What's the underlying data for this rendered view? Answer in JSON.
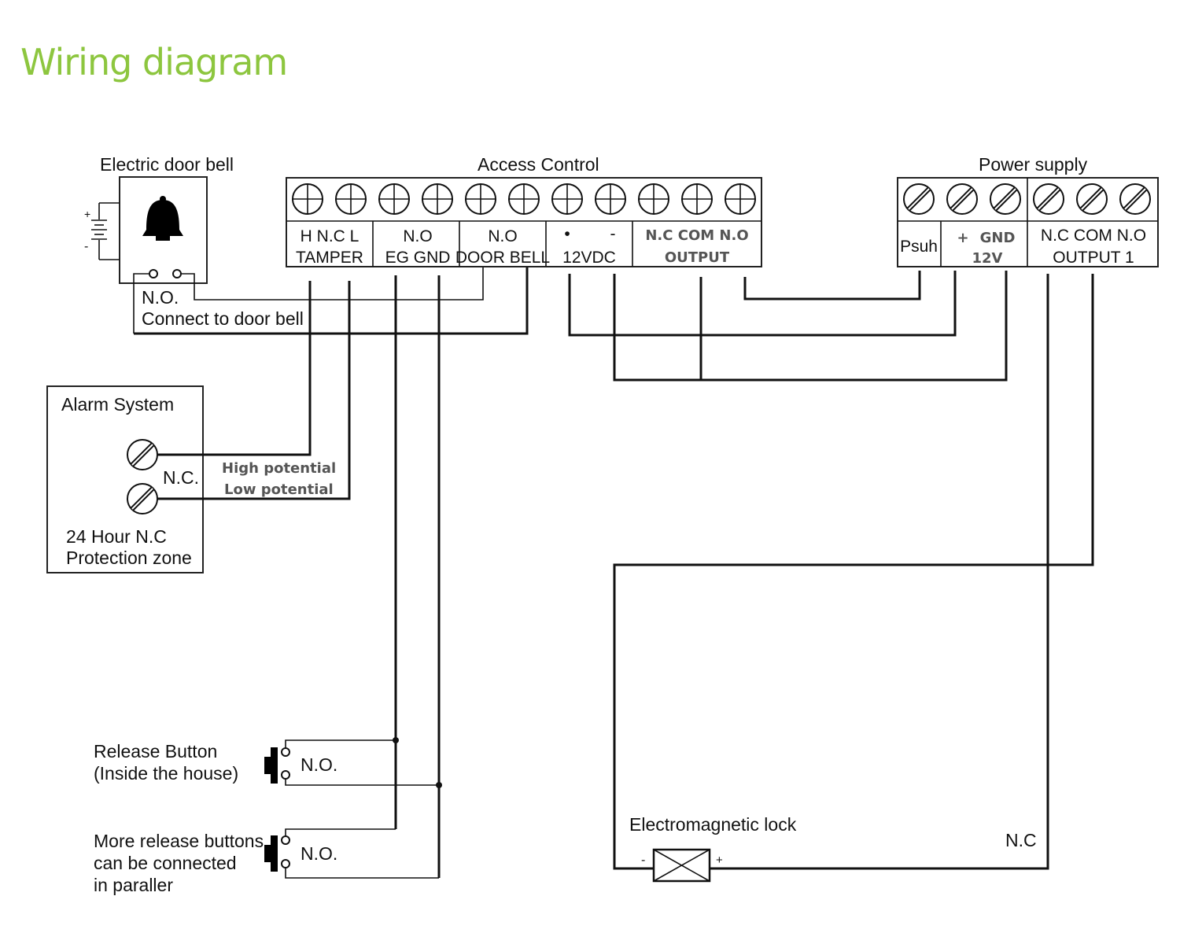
{
  "title": "Wiring diagram",
  "colors": {
    "title": "#8dc63f",
    "line": "#111111"
  },
  "door_bell": {
    "title": "Electric door bell",
    "contact": "N.O.",
    "note": "Connect to door bell",
    "battery_plus": "+",
    "battery_minus": "-",
    "icon": "bell-icon"
  },
  "access_control": {
    "title": "Access Control",
    "groups": [
      {
        "top": "H N.C L",
        "bottom": "TAMPER"
      },
      {
        "top": "N.O",
        "bottom": "EG GND"
      },
      {
        "top": "N.O",
        "bottom": "DOOR BELL"
      },
      {
        "top_left": "•",
        "top_right": "-",
        "bottom": "12VDC"
      },
      {
        "top": "N.C COM N.O",
        "bottom": "OUTPUT"
      }
    ]
  },
  "power_supply": {
    "title": "Power supply",
    "psuh": "Psuh",
    "plus": "+",
    "gnd": "GND",
    "voltage": "12V",
    "output_top": "N.C COM N.O",
    "output_bottom": "OUTPUT 1"
  },
  "alarm": {
    "title": "Alarm System",
    "contact": "N.C.",
    "high": "High potential",
    "low": "Low potential",
    "zone_line1": "24 Hour N.C",
    "zone_line2": "Protection zone"
  },
  "release_button": {
    "line1": "Release Button",
    "line2": "(Inside the house)",
    "contact": "N.O."
  },
  "more_buttons": {
    "line1": "More release buttons",
    "line2": "can be connected",
    "line3": "in paraller",
    "contact": "N.O."
  },
  "lock": {
    "title": "Electromagnetic lock",
    "minus": "-",
    "plus": "+",
    "nc": "N.C"
  }
}
